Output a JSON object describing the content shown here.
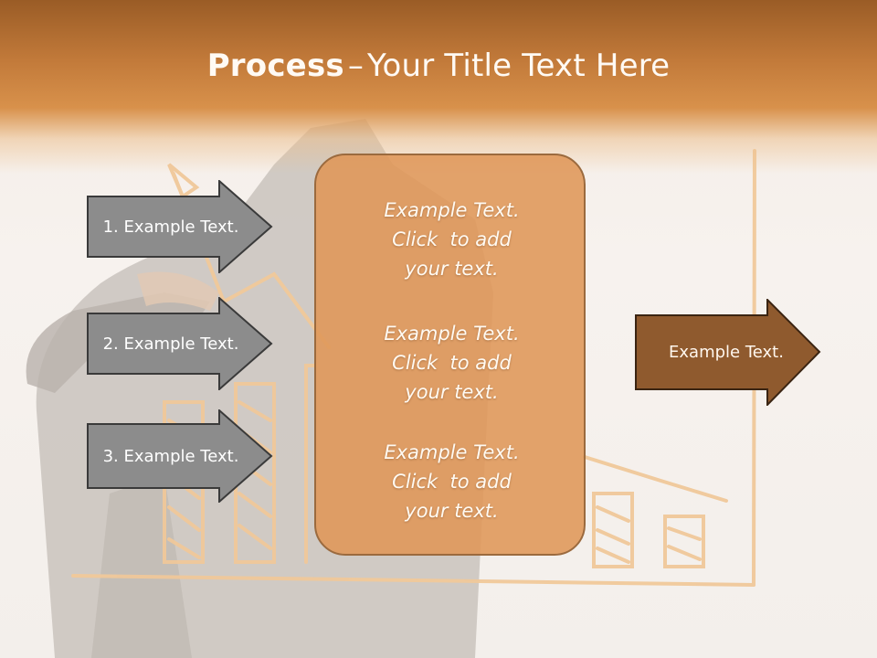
{
  "title": {
    "bold": "Process",
    "dash": "–",
    "rest": "Your Title Text Here"
  },
  "steps": [
    {
      "label": "1. Example Text."
    },
    {
      "label": "2. Example Text."
    },
    {
      "label": "3. Example Text."
    }
  ],
  "center": {
    "blocks": [
      {
        "line1": "Example Text.",
        "line2": "Click  to add",
        "line3": "your text."
      },
      {
        "line1": "Example Text.",
        "line2": "Click  to add",
        "line3": "your text."
      },
      {
        "line1": "Example Text.",
        "line2": "Click  to add",
        "line3": "your text."
      }
    ]
  },
  "output": {
    "label": "Example Text."
  },
  "colors": {
    "title_band": "#c27a3a",
    "step_arrow": "#8c8c8c",
    "center_box": "#df9658",
    "output_arrow": "#8f5a2e"
  }
}
